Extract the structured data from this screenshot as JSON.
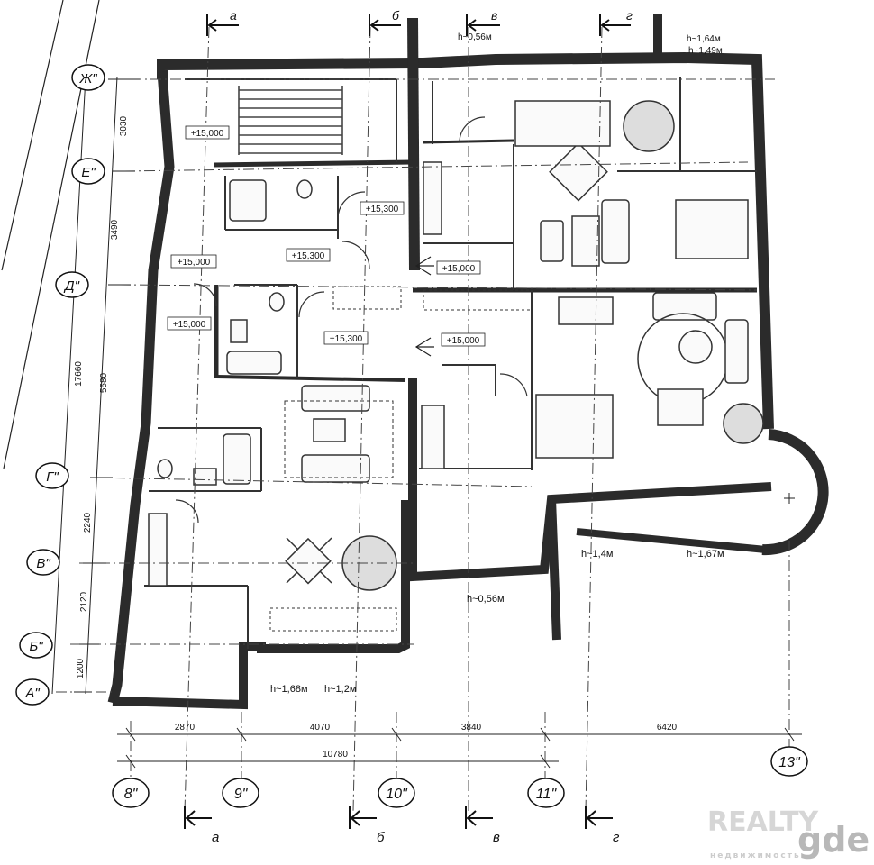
{
  "axes_rows": [
    {
      "id": "row-zh",
      "label": "Ж\""
    },
    {
      "id": "row-e",
      "label": "Е\""
    },
    {
      "id": "row-d",
      "label": "Д\""
    },
    {
      "id": "row-g",
      "label": "Г\""
    },
    {
      "id": "row-v",
      "label": "В\""
    },
    {
      "id": "row-b",
      "label": "Б\""
    },
    {
      "id": "row-a",
      "label": "А\""
    }
  ],
  "axes_cols": [
    {
      "id": "col-8",
      "label": "8\""
    },
    {
      "id": "col-9",
      "label": "9\""
    },
    {
      "id": "col-10",
      "label": "10\""
    },
    {
      "id": "col-11",
      "label": "11\""
    },
    {
      "id": "col-13",
      "label": "13\""
    }
  ],
  "dims_vertical": {
    "total": "17660",
    "parts": [
      "3030",
      "3490",
      "5580",
      "2240",
      "2120",
      "1200"
    ]
  },
  "dims_horizontal": {
    "total": "10780",
    "parts": [
      "2870",
      "4070",
      "3840",
      "6420"
    ]
  },
  "sections": [
    "а",
    "б",
    "в",
    "г"
  ],
  "levels": {
    "l1": "+15,000",
    "l2": "+15,300",
    "l3": "+15,000",
    "l4": "+15,300",
    "l5": "+15,000",
    "l6": "+15,000",
    "l7": "+15,300",
    "l8": "+15,000"
  },
  "heights": {
    "top1": "h~0,56м",
    "top2": "h~1,64м",
    "top3": "h~1,49м",
    "mid": "h~0,56м",
    "r1": "h~1,4м",
    "r2": "h~1,67м",
    "bot1": "h~1,68м",
    "bot2": "h~1,2м"
  },
  "watermark": {
    "main": "REALTY",
    "brand": "gde",
    "sub": "недвижимость"
  }
}
